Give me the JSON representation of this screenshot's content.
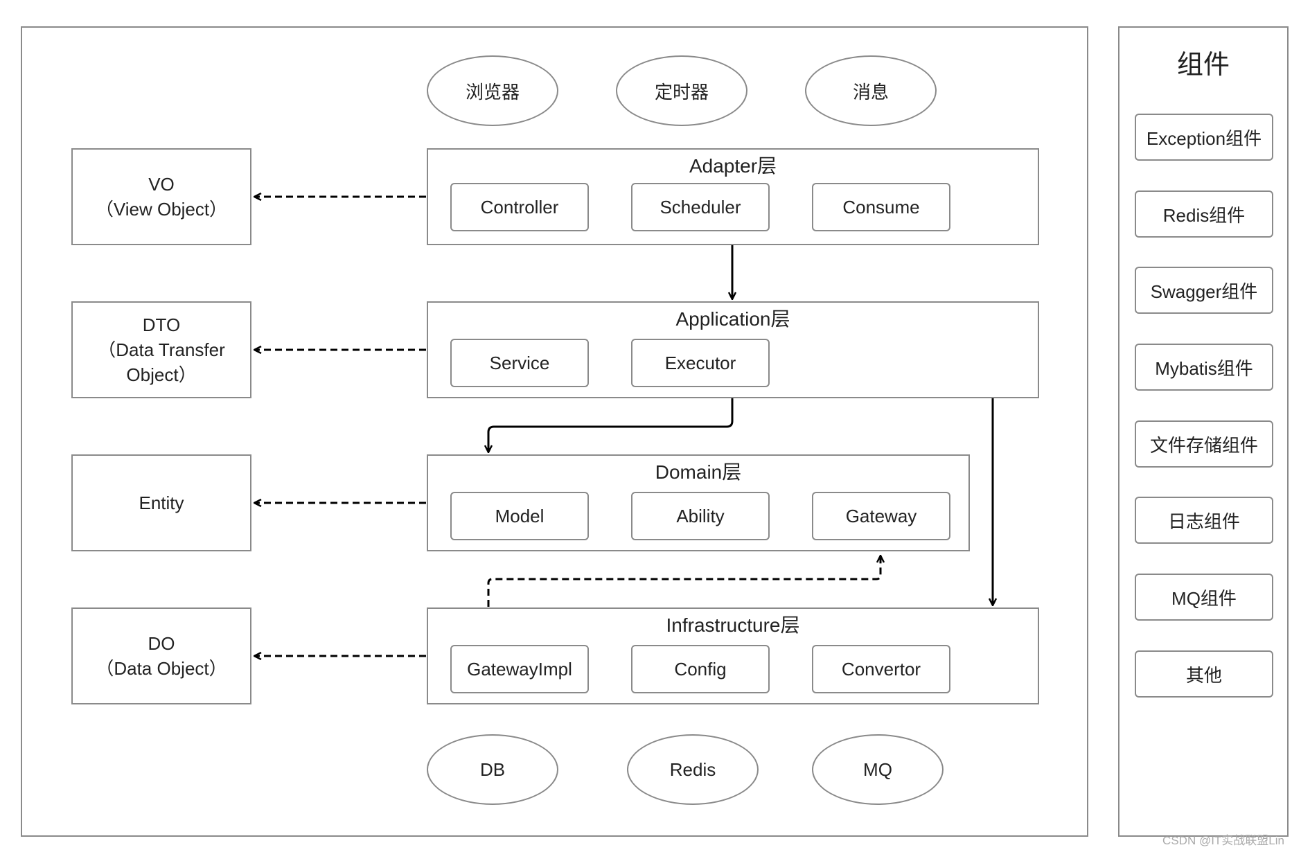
{
  "sources": [
    "浏览器",
    "定时器",
    "消息"
  ],
  "sinks": [
    "DB",
    "Redis",
    "MQ"
  ],
  "layers": {
    "adapter": {
      "title": "Adapter层",
      "items": [
        "Controller",
        "Scheduler",
        "Consume"
      ]
    },
    "application": {
      "title": "Application层",
      "items": [
        "Service",
        "Executor"
      ]
    },
    "domain": {
      "title": "Domain层",
      "items": [
        "Model",
        "Ability",
        "Gateway"
      ]
    },
    "infrastructure": {
      "title": "Infrastructure层",
      "items": [
        "GatewayImpl",
        "Config",
        "Convertor"
      ]
    }
  },
  "objects": {
    "vo": [
      "VO",
      "（View Object）"
    ],
    "dto": [
      "DTO",
      "（Data Transfer",
      "Object）"
    ],
    "entity": [
      "Entity"
    ],
    "do": [
      "DO",
      "（Data Object）"
    ]
  },
  "components": {
    "title": "组件",
    "items": [
      "Exception组件",
      "Redis组件",
      "Swagger组件",
      "Mybatis组件",
      "文件存储组件",
      "日志组件",
      "MQ组件",
      "其他"
    ]
  },
  "watermark": "CSDN @IT实战联盟Lin",
  "colors": {
    "border": "#8a8a8a",
    "arrow": "#000000"
  }
}
